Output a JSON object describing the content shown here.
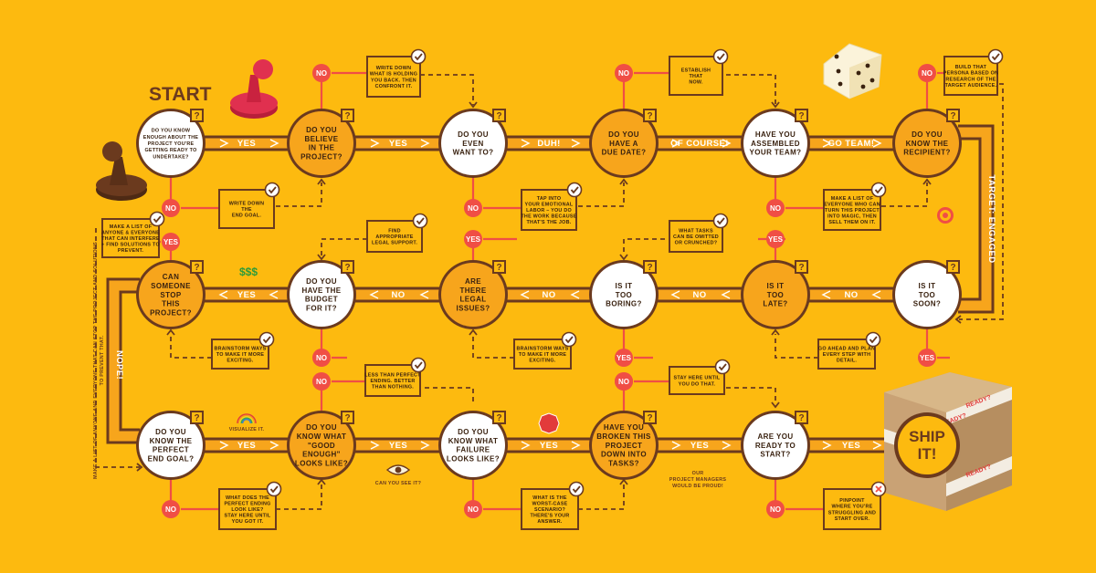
{
  "start_label": "START",
  "ship_label": [
    "SHIP",
    "IT!"
  ],
  "box_tape": "READY?",
  "nodes": [
    {
      "id": "n1",
      "lines": [
        "DO YOU KNOW",
        "ENOUGH ABOUT THE",
        "PROJECT YOU'RE",
        "GETTING READY TO",
        "UNDERTAKE?"
      ],
      "style": "white",
      "small": true
    },
    {
      "id": "n2",
      "lines": [
        "DO YOU",
        "BELIEVE",
        "IN THE",
        "PROJECT?"
      ],
      "style": "orange"
    },
    {
      "id": "n3",
      "lines": [
        "DO YOU",
        "EVEN",
        "WANT TO?"
      ],
      "style": "white"
    },
    {
      "id": "n4",
      "lines": [
        "DO YOU",
        "HAVE A",
        "DUE DATE?"
      ],
      "style": "orange"
    },
    {
      "id": "n5",
      "lines": [
        "HAVE YOU",
        "ASSEMBLED",
        "YOUR TEAM?"
      ],
      "style": "white"
    },
    {
      "id": "n6",
      "lines": [
        "DO YOU",
        "KNOW THE",
        "RECIPIENT?"
      ],
      "style": "orange"
    },
    {
      "id": "n7",
      "lines": [
        "IS IT",
        "TOO",
        "SOON?"
      ],
      "style": "white"
    },
    {
      "id": "n8",
      "lines": [
        "IS IT",
        "TOO",
        "LATE?"
      ],
      "style": "orange"
    },
    {
      "id": "n9",
      "lines": [
        "IS IT",
        "TOO",
        "BORING?"
      ],
      "style": "white"
    },
    {
      "id": "n10",
      "lines": [
        "ARE",
        "THERE",
        "LEGAL",
        "ISSUES?"
      ],
      "style": "orange"
    },
    {
      "id": "n11",
      "lines": [
        "DO YOU",
        "HAVE THE",
        "BUDGET",
        "FOR IT?"
      ],
      "style": "white"
    },
    {
      "id": "n12",
      "lines": [
        "CAN",
        "SOMEONE",
        "STOP",
        "THIS",
        "PROJECT?"
      ],
      "style": "orange"
    },
    {
      "id": "n13",
      "lines": [
        "DO YOU",
        "KNOW THE",
        "PERFECT",
        "END GOAL?"
      ],
      "style": "white"
    },
    {
      "id": "n14",
      "lines": [
        "DO YOU",
        "KNOW WHAT",
        "\"GOOD",
        "ENOUGH\"",
        "LOOKS LIKE?"
      ],
      "style": "orange"
    },
    {
      "id": "n15",
      "lines": [
        "DO YOU",
        "KNOW WHAT",
        "FAILURE",
        "LOOKS LIKE?"
      ],
      "style": "white"
    },
    {
      "id": "n16",
      "lines": [
        "HAVE YOU",
        "BROKEN THIS",
        "PROJECT",
        "DOWN INTO",
        "TASKS?"
      ],
      "style": "orange"
    },
    {
      "id": "n17",
      "lines": [
        "ARE YOU",
        "READY TO",
        "START?"
      ],
      "style": "white"
    }
  ],
  "path_labels": [
    {
      "id": "p1",
      "text": "YES"
    },
    {
      "id": "p2",
      "text": "YES"
    },
    {
      "id": "p3",
      "text": "DUH!"
    },
    {
      "id": "p4",
      "text": "OF COURSE!"
    },
    {
      "id": "p5",
      "text": "GO TEAM!"
    },
    {
      "id": "p6",
      "text": "TARGET: ENGAGED"
    },
    {
      "id": "p7",
      "text": "NO"
    },
    {
      "id": "p8",
      "text": "NO"
    },
    {
      "id": "p9",
      "text": "NO"
    },
    {
      "id": "p10",
      "text": "NO"
    },
    {
      "id": "p11",
      "text": "YES"
    },
    {
      "id": "p12",
      "text": "NOPE!"
    },
    {
      "id": "p13",
      "text": "YES"
    },
    {
      "id": "p14",
      "text": "YES"
    },
    {
      "id": "p15",
      "text": "YES"
    },
    {
      "id": "p16",
      "text": "YES"
    },
    {
      "id": "p17",
      "text": "YES"
    }
  ],
  "badges": [
    {
      "id": "b1",
      "text": "NO"
    },
    {
      "id": "b2",
      "text": "NO"
    },
    {
      "id": "b3",
      "text": "NO"
    },
    {
      "id": "b4",
      "text": "NO"
    },
    {
      "id": "b5",
      "text": "NO"
    },
    {
      "id": "b6",
      "text": "NO"
    },
    {
      "id": "b7",
      "text": "YES"
    },
    {
      "id": "b8",
      "text": "NO"
    },
    {
      "id": "b9",
      "text": "YES"
    },
    {
      "id": "b10",
      "text": "NO"
    },
    {
      "id": "b11",
      "text": "YES"
    },
    {
      "id": "b12",
      "text": "NO"
    },
    {
      "id": "b13",
      "text": "YES"
    },
    {
      "id": "b14",
      "text": "YES"
    },
    {
      "id": "b15",
      "text": "NO"
    },
    {
      "id": "b16",
      "text": "NO"
    },
    {
      "id": "b17",
      "text": "NO"
    },
    {
      "id": "b18",
      "text": "NO"
    },
    {
      "id": "b19",
      "text": "NO"
    },
    {
      "id": "b20",
      "text": "NO"
    }
  ],
  "notes": [
    {
      "id": "c1",
      "lines": [
        "WRITE DOWN",
        "WHAT IS HOLDING",
        "YOU BACK. THEN",
        "CONFRONT IT."
      ],
      "mark": "check"
    },
    {
      "id": "c2",
      "lines": [
        "ESTABLISH",
        "THAT",
        "NOW."
      ],
      "mark": "check"
    },
    {
      "id": "c3",
      "lines": [
        "BUILD THAT",
        "PERSONA BASED ON",
        "RESEARCH OF THE",
        "TARGET AUDIENCE."
      ],
      "mark": "check"
    },
    {
      "id": "c4",
      "lines": [
        "WRITE DOWN",
        "THE",
        "END GOAL."
      ],
      "mark": "check"
    },
    {
      "id": "c5",
      "lines": [
        "TAP INTO",
        "YOUR EMOTIONAL",
        "LABOR – YOU DO",
        "THE WORK BECAUSE",
        "THAT'S THE JOB."
      ],
      "mark": "check"
    },
    {
      "id": "c6",
      "lines": [
        "MAKE A LIST OF",
        "EVERYONE WHO CAN",
        "TURN THIS PROJECT",
        "INTO MAGIC, THEN",
        "SELL THEM ON IT."
      ],
      "mark": "check"
    },
    {
      "id": "c7",
      "lines": [
        "MAKE A LIST OF",
        "ANYONE & EVERYONE",
        "THAT CAN INTERFERE",
        "+ FIND SOLUTIONS TO",
        "PREVENT."
      ],
      "mark": "check"
    },
    {
      "id": "c8",
      "lines": [
        "FIND",
        "APPROPRIATE",
        "LEGAL SUPPORT."
      ],
      "mark": "check"
    },
    {
      "id": "c9",
      "lines": [
        "WHAT TASKS",
        "CAN BE OMITTED",
        "OR CRUNCHED?"
      ],
      "mark": "check"
    },
    {
      "id": "c10",
      "lines": [
        "BRAINSTORM WAYS",
        "TO MAKE IT MORE",
        "EXCITING."
      ],
      "mark": "check"
    },
    {
      "id": "c11",
      "lines": [
        "BRAINSTORM WAYS",
        "TO MAKE IT MORE",
        "EXCITING."
      ],
      "mark": "check"
    },
    {
      "id": "c12",
      "lines": [
        "GO AHEAD AND PLAN",
        "EVERY STEP WITH",
        "DETAIL."
      ],
      "mark": "check"
    },
    {
      "id": "c13",
      "lines": [
        "LESS THAN PERFECT",
        "ENDING. BETTER",
        "THAN NOTHING."
      ],
      "mark": "check"
    },
    {
      "id": "c14",
      "lines": [
        "STAY HERE UNTIL",
        "YOU DO THAT."
      ],
      "mark": "check"
    },
    {
      "id": "c15",
      "lines": [
        "WHAT DOES THE",
        "PERFECT ENDING",
        "LOOK LIKE?",
        "STAY HERE UNTIL",
        "YOU GOT IT."
      ],
      "mark": "check"
    },
    {
      "id": "c16",
      "lines": [
        "WHAT IS THE",
        "WORST-CASE",
        "SCENARIO?",
        "THERE'S YOUR",
        "ANSWER."
      ],
      "mark": "check"
    },
    {
      "id": "c17",
      "lines": [
        "PINPOINT",
        "WHERE YOU'RE",
        "STRUGGLING AND",
        "START OVER."
      ],
      "mark": "x"
    }
  ],
  "side_texts": [
    {
      "id": "s1",
      "text": "MAKE A LIST OF ANYONE AND EVERYONE THAT CAN STOP THE PROJECT AND SOLUTIONS"
    },
    {
      "id": "s2",
      "text": "TO PREVENT THAT."
    }
  ],
  "doodles": [
    {
      "id": "d1",
      "text": "$$$"
    },
    {
      "id": "d2",
      "text": "VISUALIZE IT."
    },
    {
      "id": "d3",
      "text": "CAN YOU SEE IT?"
    },
    {
      "id": "d4",
      "text": "OUR"
    },
    {
      "id": "d5",
      "text": "PROJECT MANAGERS"
    },
    {
      "id": "d6",
      "text": "WOULD BE PROUD!"
    }
  ],
  "colors": {
    "background": "#FDBA0F",
    "track": "#6B3A1E",
    "node_orange": "#F7A51C",
    "node_white": "#FFFFFF",
    "badge": "#F04E45",
    "note_fill": "#FDBA0F",
    "check_bg": "#FFFFFF",
    "text_dark": "#3A2210"
  }
}
